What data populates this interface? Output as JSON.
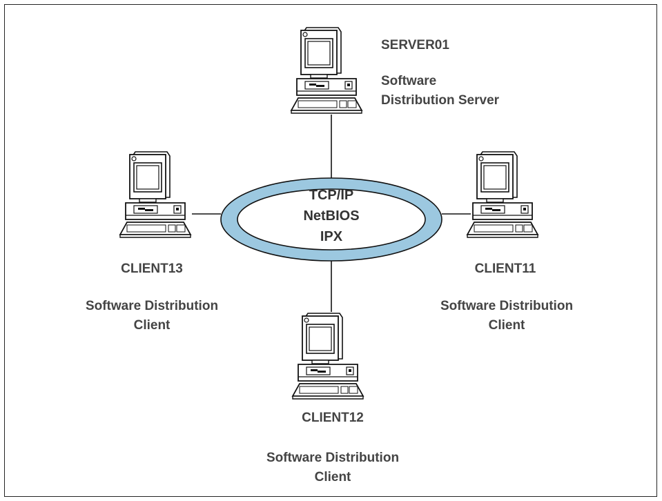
{
  "network": {
    "protocols": [
      "TCP/IP",
      "NetBIOS",
      "IPX"
    ],
    "ring_color": "#9cc8e0"
  },
  "server": {
    "name": "SERVER01",
    "role_line1": "Software",
    "role_line2": "Distribution Server"
  },
  "clients": {
    "client13": {
      "name": "CLIENT13",
      "role_line1": "Software Distribution",
      "role_line2": "Client"
    },
    "client11": {
      "name": "CLIENT11",
      "role_line1": "Software Distribution",
      "role_line2": "Client"
    },
    "client12": {
      "name": "CLIENT12",
      "role_line1": "Software Distribution",
      "role_line2": "Client"
    }
  }
}
